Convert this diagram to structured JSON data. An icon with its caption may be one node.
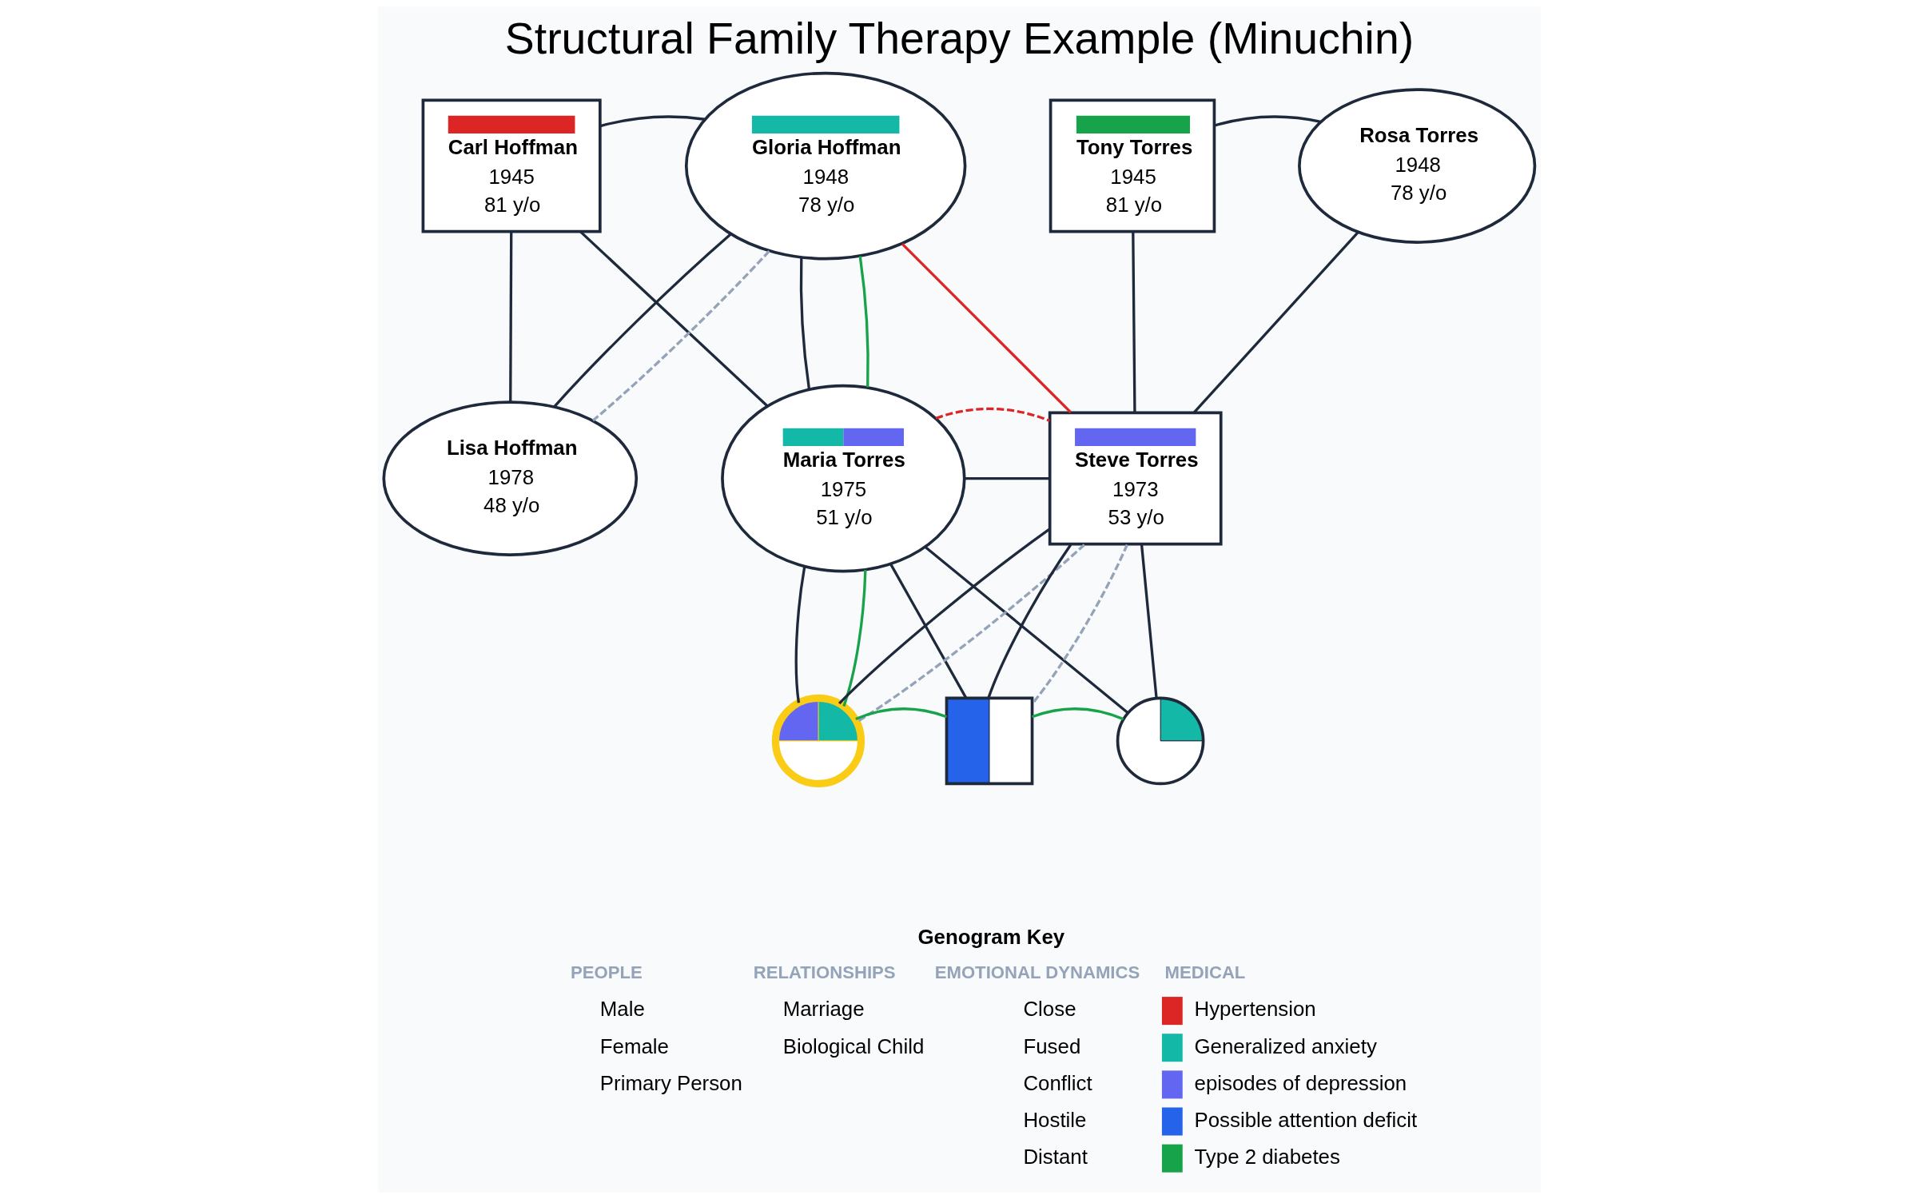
{
  "diagram": {
    "title": "Structural Family Therapy Example (Minuchin)",
    "nodes": [
      {
        "text": [
          "Carl Hoffman",
          "1945",
          "81 y/o"
        ]
      },
      {
        "text": [
          "Gloria Hoffman",
          "1948",
          "78 y/o"
        ]
      },
      {
        "text": [
          "Tony Torres",
          "1945",
          "81 y/o"
        ]
      },
      {
        "text": [
          "Rosa Torres",
          "1948",
          "78 y/o"
        ]
      },
      {
        "text": [
          "Lisa Hoffman",
          "1978",
          "48 y/o"
        ]
      },
      {
        "text": [
          "Maria Torres",
          "1975",
          "51 y/o"
        ]
      },
      {
        "text": [
          "Steve Torres",
          "1973",
          "53 y/o"
        ]
      },
      {
        "text": [],
        "shape": "circle"
      },
      {
        "text": [],
        "shape": "box"
      },
      {
        "text": [],
        "shape": "circle"
      }
    ],
    "edges": [
      {
        "from": 0,
        "to": 1,
        "arrow": "none"
      },
      {
        "from": 2,
        "to": 3,
        "arrow": "none"
      },
      {
        "from": 0,
        "to": 4,
        "arrow": "none"
      },
      {
        "from": 1,
        "to": 4,
        "arrow": "none"
      },
      {
        "from": 0,
        "to": 5,
        "arrow": "none"
      },
      {
        "from": 1,
        "to": 5,
        "arrow": "none"
      },
      {
        "from": 2,
        "to": 6,
        "arrow": "none"
      },
      {
        "from": 3,
        "to": 6,
        "arrow": "none"
      },
      {
        "from": 5,
        "to": 6,
        "arrow": "none"
      },
      {
        "from": 5,
        "to": 7,
        "arrow": "none"
      },
      {
        "from": 6,
        "to": 7,
        "arrow": "none"
      },
      {
        "from": 5,
        "to": 8,
        "arrow": "none"
      },
      {
        "from": 6,
        "to": 8,
        "arrow": "none"
      },
      {
        "from": 5,
        "to": 9,
        "arrow": "none"
      },
      {
        "from": 6,
        "to": 9,
        "arrow": "none"
      },
      {
        "from": 1,
        "to": 4,
        "arrow": "none",
        "style": "dashed",
        "color": "#94a3b8"
      },
      {
        "from": 1,
        "to": 5,
        "arrow": "none",
        "color": "#16a34a"
      },
      {
        "from": 1,
        "to": 6,
        "arrow": "none",
        "color": "#dc2626"
      },
      {
        "from": 5,
        "to": 6,
        "arrow": "none",
        "style": "dashed",
        "color": "#dc2626"
      },
      {
        "from": 5,
        "to": 7,
        "arrow": "none",
        "color": "#16a34a"
      },
      {
        "from": 6,
        "to": 7,
        "arrow": "none",
        "style": "dashed",
        "color": "#94a3b8"
      },
      {
        "from": 6,
        "to": 8,
        "arrow": "none",
        "style": "dashed",
        "color": "#94a3b8"
      },
      {
        "from": 7,
        "to": 8,
        "arrow": "none",
        "color": "#16a34a"
      },
      {
        "from": 8,
        "to": 9,
        "arrow": "none",
        "color": "#16a34a"
      }
    ],
    "labels": [
      "Genogram Key",
      "PEOPLE",
      "RELATIONSHIPS",
      "EMOTIONAL DYNAMICS",
      "MEDICAL"
    ],
    "legend": [
      {
        "text": "Male"
      },
      {
        "text": "Female"
      },
      {
        "text": "Primary Person"
      },
      {
        "text": "Marriage"
      },
      {
        "text": "Biological Child"
      },
      {
        "text": "Close"
      },
      {
        "text": "Fused"
      },
      {
        "text": "Conflict"
      },
      {
        "text": "Hostile"
      },
      {
        "text": "Distant"
      },
      {
        "text": "Hypertension",
        "color": "#dc2626"
      },
      {
        "text": "Generalized anxiety",
        "color": "#14b8a6"
      },
      {
        "text": "episodes of depression",
        "color": "#6366f1"
      },
      {
        "text": "Possible attention deficit",
        "color": "#2563eb"
      },
      {
        "text": "Type 2 diabetes",
        "color": "#16a34a"
      }
    ]
  }
}
